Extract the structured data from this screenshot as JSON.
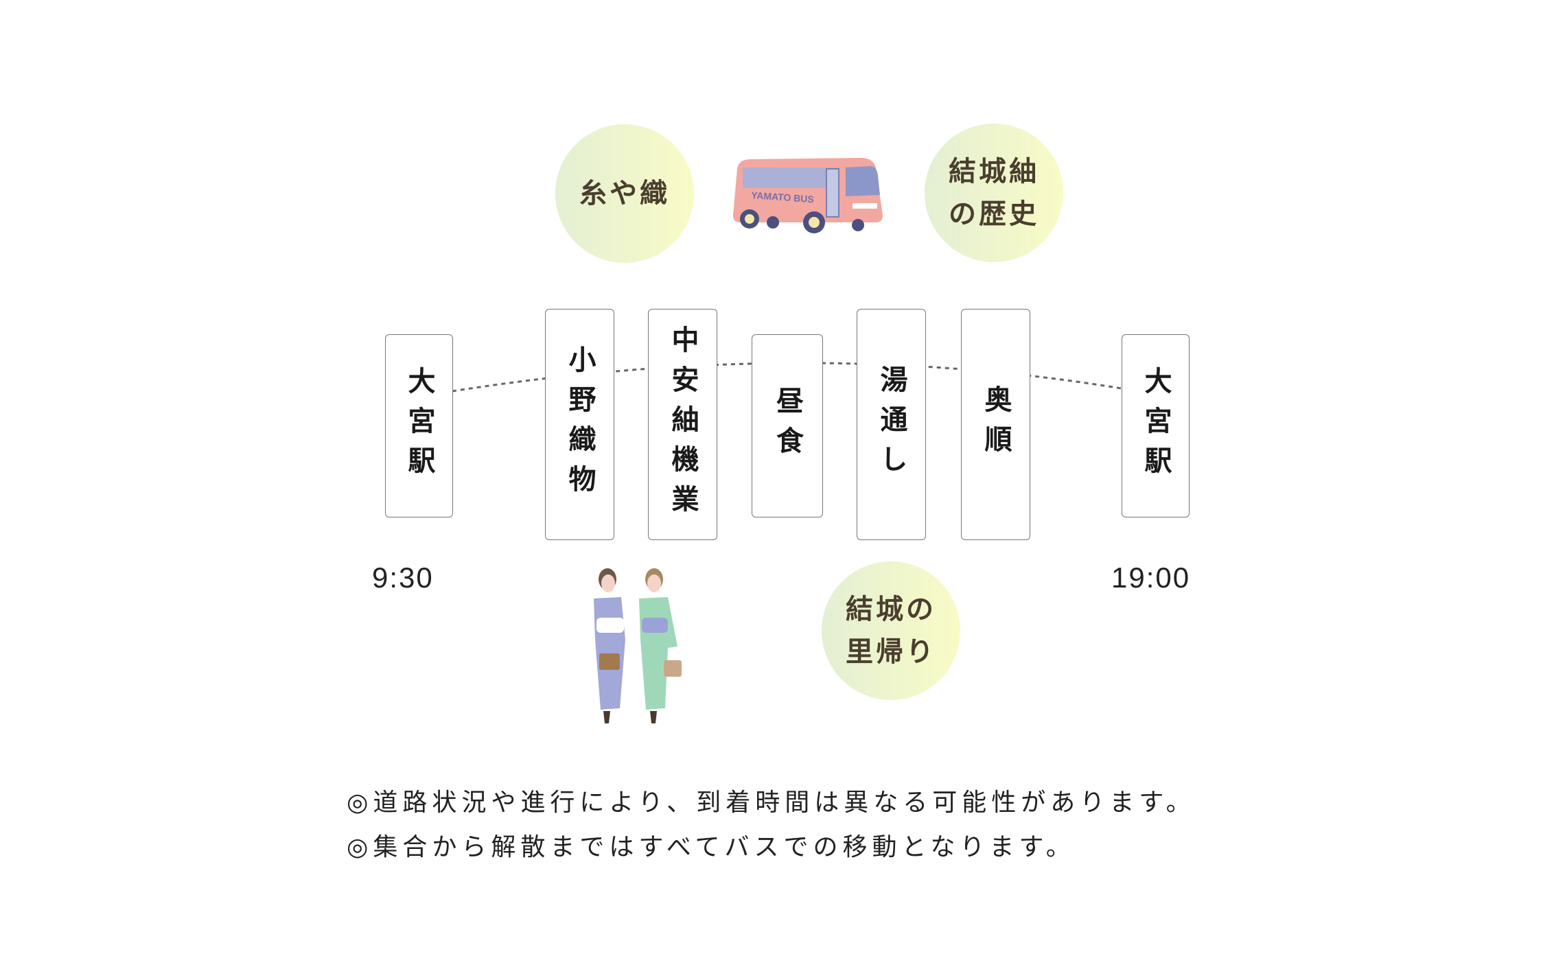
{
  "bubbles": {
    "ito": [
      "糸や織"
    ],
    "history": [
      "結城紬",
      "の歴史"
    ],
    "homecoming": [
      "結城の",
      "里帰り"
    ]
  },
  "bus": {
    "label": "YAMATO BUS",
    "colors": {
      "body": "#f2a7a0",
      "window": "#9aa3cf",
      "wheel": "#4b5080"
    }
  },
  "stops": [
    {
      "label": "大宮駅"
    },
    {
      "label": "小野織物"
    },
    {
      "label": "中安紬機業"
    },
    {
      "label": "昼食"
    },
    {
      "label": "湯通し"
    },
    {
      "label": "奥順"
    },
    {
      "label": "大宮駅"
    }
  ],
  "times": {
    "start": "9:30",
    "end": "19:00"
  },
  "notes": [
    "◎道路状況や進行により、到着時間は異なる可能性があります。",
    "◎集合から解散まではすべてバスでの移動となります。"
  ]
}
